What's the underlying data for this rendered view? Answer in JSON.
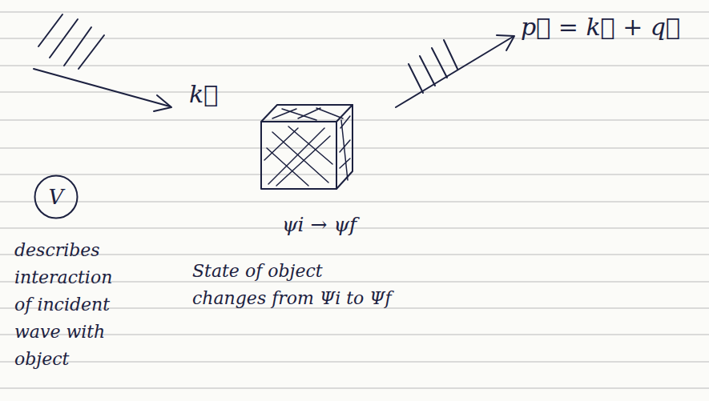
{
  "diagram": {
    "nodes": [
      {
        "text": [
          "V"
        ]
      }
    ],
    "labels": [
      "k⃗",
      "p⃗ = k⃗ + q⃗",
      "describes interaction of incident wave with object",
      "ψi → ψf",
      "State of object changes from Ψi to Ψf"
    ]
  }
}
